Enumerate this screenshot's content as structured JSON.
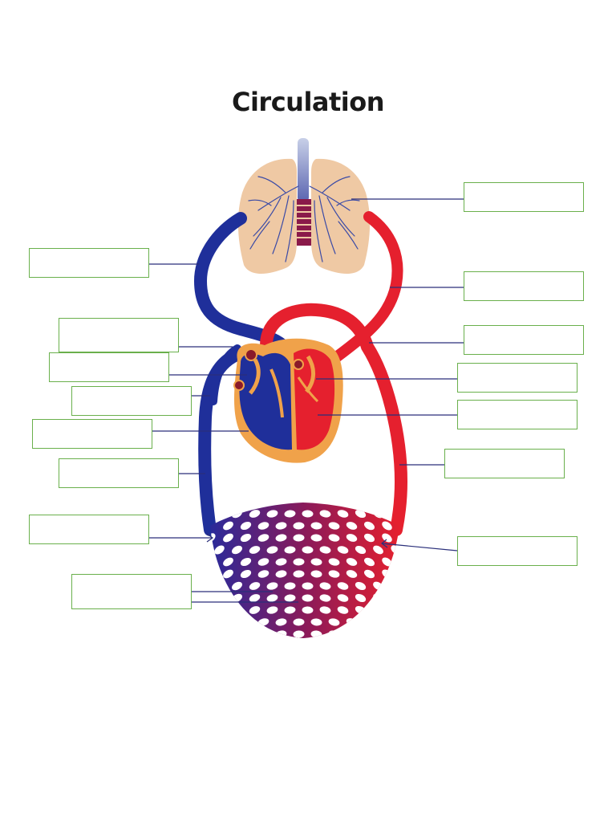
{
  "title": "Circulation",
  "colors": {
    "oxygenated": "#e5202e",
    "deoxygenated": "#1f2f9a",
    "lungs": "#efc9a4",
    "heart_outer": "#f0a24a",
    "label_border": "#6ab04c",
    "leader_line": "#2a2f7a"
  },
  "label_boxes": [
    {
      "id": "lungs",
      "text": ""
    },
    {
      "id": "pulmonary-artery",
      "text": ""
    },
    {
      "id": "pulmonary-vein",
      "text": ""
    },
    {
      "id": "aorta",
      "text": ""
    },
    {
      "id": "vena-cava-upper",
      "text": ""
    },
    {
      "id": "left-atrium",
      "text": ""
    },
    {
      "id": "right-atrium",
      "text": ""
    },
    {
      "id": "left-ventricle",
      "text": ""
    },
    {
      "id": "right-ventricle",
      "text": ""
    },
    {
      "id": "vena-cava-lower",
      "text": ""
    },
    {
      "id": "artery",
      "text": ""
    },
    {
      "id": "vein",
      "text": ""
    },
    {
      "id": "arteriole",
      "text": ""
    },
    {
      "id": "capillaries",
      "text": ""
    }
  ]
}
